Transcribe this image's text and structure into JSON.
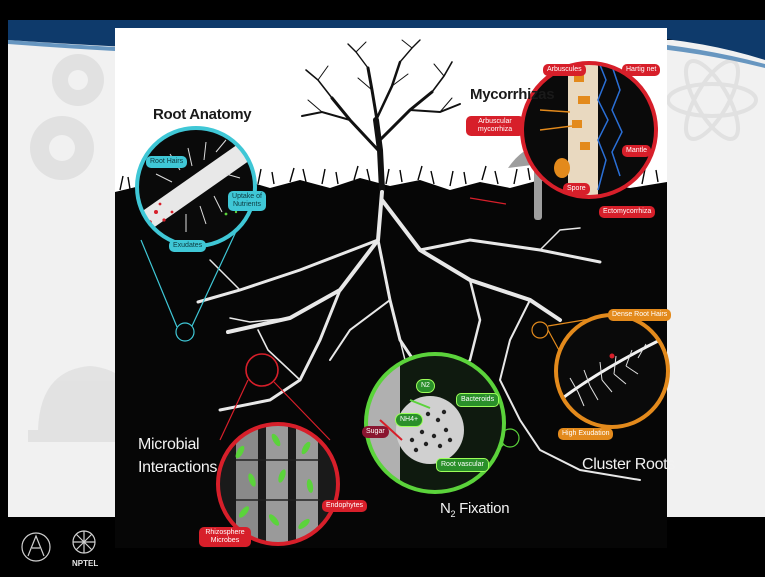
{
  "sections": {
    "root_anatomy": {
      "title": "Root Anatomy",
      "labels": [
        "Root Hairs",
        "Uptake of Nutrients",
        "Exudates"
      ]
    },
    "mycorrhizas": {
      "title": "Mycorrhizas",
      "labels": [
        "Arbuscules",
        "Hartig net",
        "Arbuscular mycorrhiza",
        "Mantle",
        "Spore",
        "Ectomycorrhiza"
      ]
    },
    "microbial_interactions": {
      "title_line1": "Microbial",
      "title_line2": "Interactions",
      "labels": [
        "Endophytes",
        "Rhizosphere Microbes"
      ]
    },
    "n2_fixation": {
      "title_prefix": "N",
      "title_subscript": "2",
      "title_suffix": " Fixation",
      "labels": [
        "Sugar",
        "NH4+",
        "N2",
        "Bacteroids",
        "Root vascular"
      ]
    },
    "cluster_roots": {
      "title": "Cluster Roots",
      "labels": [
        "Dense Root Hairs",
        "High Exudation"
      ]
    }
  },
  "footer": {
    "logo_text": "NPTEL"
  },
  "colors": {
    "soil": "#060606",
    "slide_bg": "#f1f1f1",
    "header_blue": "#0e3a6b",
    "cyan": "#3fc7d6",
    "red": "#d71f2a",
    "green": "#5bd33b",
    "orange": "#e38a1c"
  }
}
